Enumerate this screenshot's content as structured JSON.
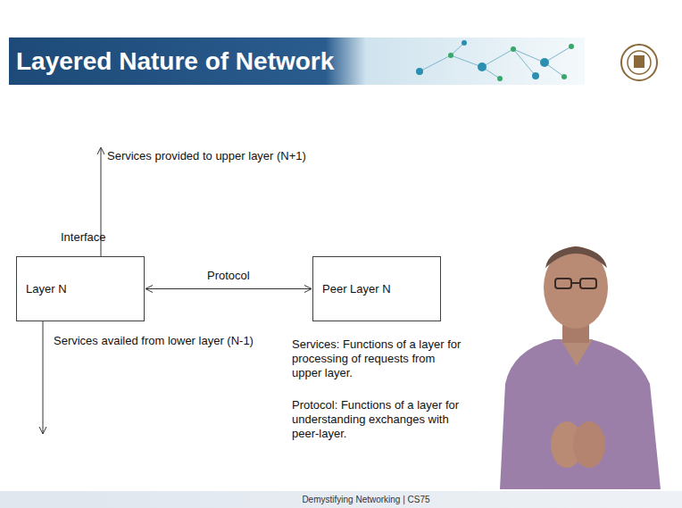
{
  "diagram": {
    "title": "Layered Nature of Network",
    "nodes": [
      {
        "text": [
          "Layer N"
        ]
      },
      {
        "text": [
          "Peer Layer N"
        ]
      }
    ],
    "edges": [
      {
        "from": 0,
        "to": 1,
        "label": "Protocol",
        "arrow": "both"
      }
    ],
    "labels": [
      "Services provided to upper layer (N+1)",
      "Interface",
      "Services availed from lower layer (N-1)",
      "Services: Functions of a layer for processing of requests from upper layer.",
      "Protocol: Functions of a layer for understanding exchanges with peer-layer.",
      "Demystifying Networking | CS75"
    ]
  }
}
